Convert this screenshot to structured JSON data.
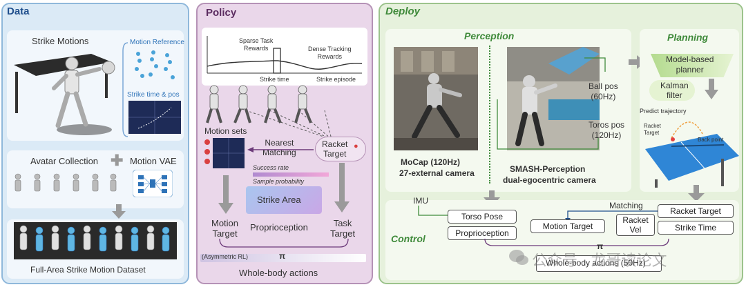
{
  "data_panel": {
    "title": "Data",
    "strike_motions": "Strike Motions",
    "motion_reference": "Motion Reference",
    "strike_time_pos": "Strike time & pos",
    "avatar_collection": "Avatar Collection",
    "motion_vae": "Motion VAE",
    "dataset_label": "Full-Area Strike Motion Dataset"
  },
  "policy_panel": {
    "title": "Policy",
    "sparse_rewards": "Sparse Task\nRewards",
    "dense_rewards": "Dense Tracking\nRewards",
    "strike_time": "Strike time",
    "strike_episode": "Strike episode",
    "motion_sets": "Motion sets",
    "nearest_matching": "Nearest\nMatching",
    "racket_target": "Racket\nTarget",
    "success_rate": "Success rate",
    "sample_probability": "Sample probability",
    "strike_area": "Strike Area",
    "proprioception": "Proprioception",
    "motion_target": "Motion\nTarget",
    "task_target": "Task\nTarget",
    "asymmetric_rl": "(Asymmetric RL)",
    "pi": "π",
    "whole_body_actions": "Whole-body actions"
  },
  "deploy_panel": {
    "title": "Deploy",
    "perception_title": "Perception",
    "mocap_caption_1": "MoCap (120Hz)",
    "mocap_caption_2": "27-external camera",
    "smash_caption_1": "SMASH-Perception",
    "smash_caption_2": "dual-egocentric camera",
    "ball_pos": "Ball pos\n(60Hz)",
    "torso_pos": "Toros pos\n(120Hz)",
    "planning_title": "Planning",
    "model_planner": "Model-based\nplanner",
    "kalman_filter": "Kalman\nfilter",
    "predict_trajectory": "Predict trajectory",
    "racket_target_small": "Racket\nTarget",
    "back_point": "Back point",
    "imu": "IMU",
    "torso_pose": "Torso Pose",
    "proprioception": "Proprioception",
    "control_title": "Control",
    "matching": "Matching",
    "racket_target_box": "Racket Target",
    "strike_time_box": "Strike Time",
    "motion_target_box": "Motion Target",
    "racket_vel_box": "Racket\nVel",
    "pi": "π",
    "whole_body_actions": "Whole-body actions (50Hz)",
    "watermark": "公众号 · 龙哥读论文"
  },
  "colors": {
    "data_bg": "#dbeaf6",
    "data_border": "#8fb8db",
    "policy_bg": "#ead7ea",
    "policy_border": "#b592b6",
    "deploy_bg": "#e6f1dc",
    "deploy_border": "#9cc38c",
    "accent_green": "#3f8a3a",
    "accent_blue": "#2e73b8"
  }
}
